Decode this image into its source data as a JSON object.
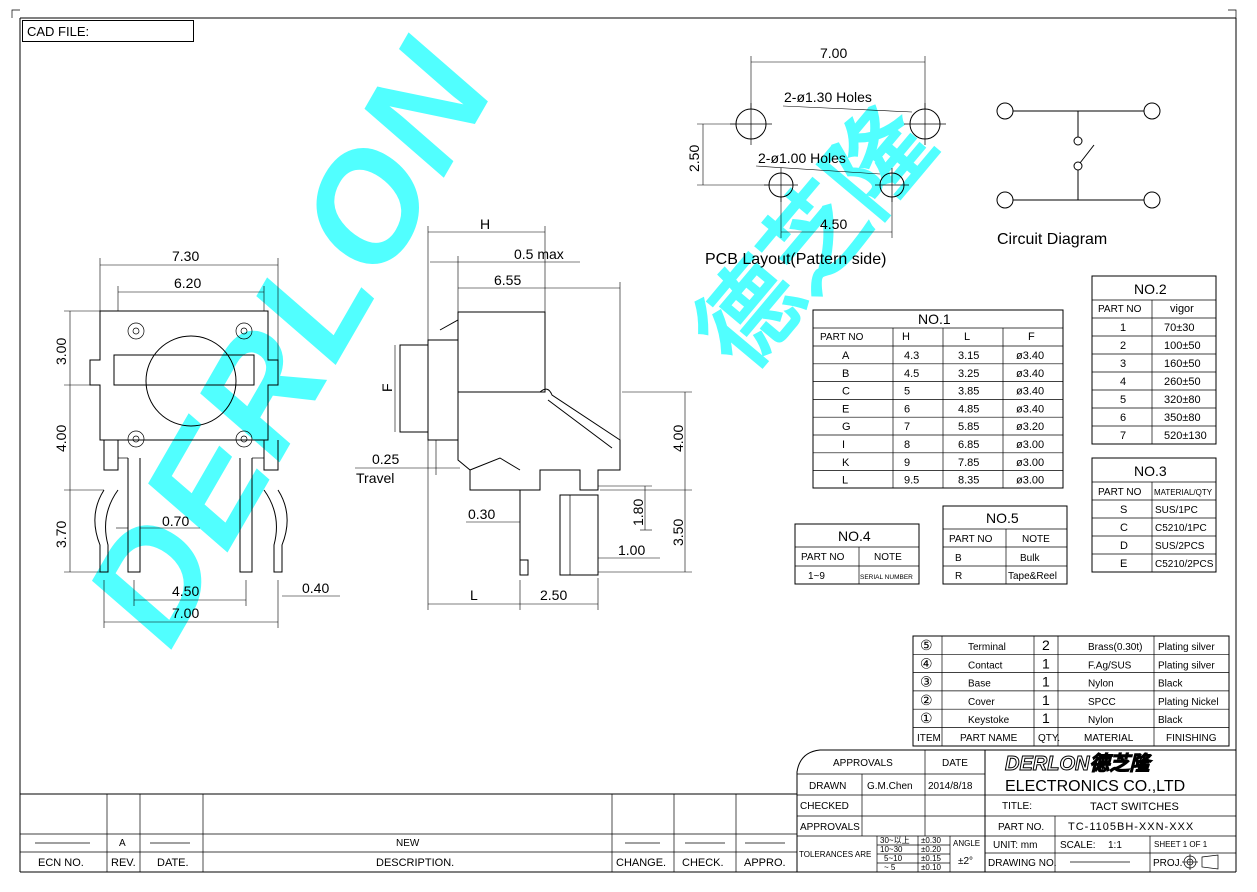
{
  "cad_file_label": "CAD FILE:",
  "pcb": {
    "title": "PCB Layout(Pattern side)",
    "dim_width": "7.00",
    "dim_height": "2.50",
    "dim_bottom": "4.50",
    "holes_large": "2-ø1.30 Holes",
    "holes_small": "2-ø1.00 Holes"
  },
  "circuit_title": "Circuit Diagram",
  "front_view": {
    "d_730": "7.30",
    "d_620": "6.20",
    "d_300": "3.00",
    "d_400": "4.00",
    "d_370": "3.70",
    "d_070": "0.70",
    "d_450": "4.50",
    "d_700": "7.00",
    "d_040": "0.40"
  },
  "side_view": {
    "h": "H",
    "max": "0.5 max",
    "d_655": "6.55",
    "f": "F",
    "travel_val": "0.25",
    "travel": "Travel",
    "d_030": "0.30",
    "d_180": "1.80",
    "d_400": "4.00",
    "d_350": "3.50",
    "d_100": "1.00",
    "l": "L",
    "d_250": "2.50"
  },
  "watermark": {
    "latin": "DERLON",
    "cjk": "德芝隆",
    "color": "#33ffff"
  },
  "table_no1": {
    "title": "NO.1",
    "headers": [
      "PART NO",
      "H",
      "L",
      "F"
    ],
    "rows": [
      [
        "A",
        "4.3",
        "3.15",
        "ø3.40"
      ],
      [
        "B",
        "4.5",
        "3.25",
        "ø3.40"
      ],
      [
        "C",
        "5",
        "3.85",
        "ø3.40"
      ],
      [
        "E",
        "6",
        "4.85",
        "ø3.40"
      ],
      [
        "G",
        "7",
        "5.85",
        "ø3.20"
      ],
      [
        "I",
        "8",
        "6.85",
        "ø3.00"
      ],
      [
        "K",
        "9",
        "7.85",
        "ø3.00"
      ],
      [
        "L",
        "9.5",
        "8.35",
        "ø3.00"
      ]
    ]
  },
  "table_no2": {
    "title": "NO.2",
    "headers": [
      "PART NO",
      "vigor"
    ],
    "rows": [
      [
        "1",
        "70±30"
      ],
      [
        "2",
        "100±50"
      ],
      [
        "3",
        "160±50"
      ],
      [
        "4",
        "260±50"
      ],
      [
        "5",
        "320±80"
      ],
      [
        "6",
        "350±80"
      ],
      [
        "7",
        "520±130"
      ]
    ]
  },
  "table_no3": {
    "title": "NO.3",
    "headers": [
      "PART NO",
      "MATERIAL/QTY"
    ],
    "rows": [
      [
        "S",
        "SUS/1PC"
      ],
      [
        "C",
        "C5210/1PC"
      ],
      [
        "D",
        "SUS/2PCS"
      ],
      [
        "E",
        "C5210/2PCS"
      ]
    ]
  },
  "table_no4": {
    "title": "NO.4",
    "headers": [
      "PART NO",
      "NOTE"
    ],
    "rows": [
      [
        "1~9",
        "SERIAL NUMBER"
      ]
    ]
  },
  "table_no5": {
    "title": "NO.5",
    "headers": [
      "PART NO",
      "NOTE"
    ],
    "rows": [
      [
        "B",
        "Bulk"
      ],
      [
        "R",
        "Tape&Reel"
      ]
    ]
  },
  "bom": {
    "rows": [
      {
        "item": "⑤",
        "name": "Terminal",
        "qty": "2",
        "material": "Brass(0.30t)",
        "finish": "Plating silver"
      },
      {
        "item": "④",
        "name": "Contact",
        "qty": "1",
        "material": "F.Ag/SUS",
        "finish": "Plating silver"
      },
      {
        "item": "③",
        "name": "Base",
        "qty": "1",
        "material": "Nylon",
        "finish": "Black"
      },
      {
        "item": "②",
        "name": "Cover",
        "qty": "1",
        "material": "SPCC",
        "finish": "Plating Nickel"
      },
      {
        "item": "①",
        "name": "Keystoke",
        "qty": "1",
        "material": "Nylon",
        "finish": "Black"
      }
    ],
    "header": {
      "item": "ITEM",
      "name": "PART NAME",
      "qty": "QTY.",
      "material": "MATERIAL",
      "finish": "FINISHING"
    }
  },
  "title_block": {
    "approvals": "APPROVALS",
    "date": "DATE",
    "drawn": "DRAWN",
    "drawn_by": "G.M.Chen",
    "drawn_date": "2014/8/18",
    "checked": "CHECKED",
    "approvals2": "APPROVALS",
    "tolerances": "TOLERANCES ARE",
    "tol_ranges": [
      "30~以上",
      "10~30",
      "5~10",
      "~ 5"
    ],
    "tol_values": [
      "±0.30",
      "±0.20",
      "±0.15",
      "±0.10"
    ],
    "angle": "ANGLE",
    "angle_val": "±2°",
    "company_logo": "DERLON德芝隆",
    "company": "ELECTRONICS CO.,LTD",
    "title_label": "TITLE:",
    "title_value": "TACT SWITCHES",
    "part_no_label": "PART NO.",
    "part_no_value": "TC-1105BH-XXN-XXX",
    "unit": "UNIT: mm",
    "scale_label": "SCALE:",
    "scale_value": "1:1",
    "sheet": "SHEET  1  OF  1",
    "drawing_no": "DRAWING NO.",
    "proj": "PROJ."
  },
  "revision": {
    "rev": "A",
    "desc": "NEW",
    "headers": [
      "ECN NO.",
      "REV.",
      "DATE.",
      "DESCRIPTION.",
      "CHANGE.",
      "CHECK.",
      "APPRO."
    ]
  }
}
